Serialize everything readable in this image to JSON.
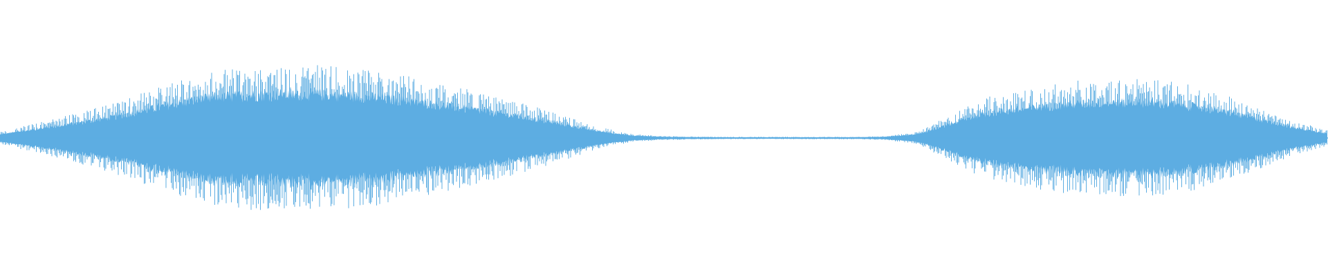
{
  "waveform": {
    "color": "#5dade2",
    "background": "#ffffff",
    "envelope": [
      0.06,
      0.14,
      0.22,
      0.3,
      0.4,
      0.52,
      0.63,
      0.7,
      0.73,
      0.74,
      0.74,
      0.72,
      0.68,
      0.62,
      0.55,
      0.48,
      0.4,
      0.31,
      0.21,
      0.11,
      0.04,
      0.02,
      0.015,
      0.012,
      0.012,
      0.012,
      0.012,
      0.012,
      0.02,
      0.06,
      0.22,
      0.4,
      0.47,
      0.53,
      0.58,
      0.6,
      0.6,
      0.58,
      0.52,
      0.42,
      0.3,
      0.17,
      0.08
    ],
    "peak_density": 0.95
  }
}
